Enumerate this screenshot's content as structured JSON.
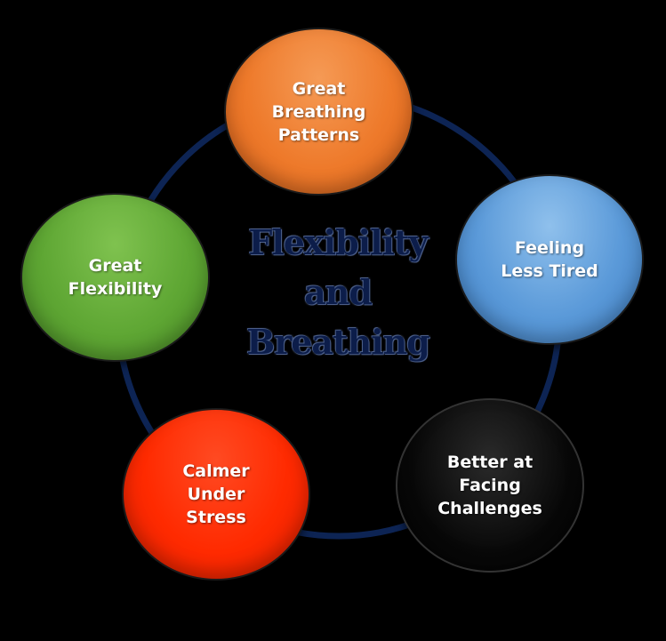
{
  "title": {
    "line1": "Flexibility",
    "line2": "and",
    "line3": "Breathing"
  },
  "nodes": [
    {
      "id": "breathing",
      "label": "Great\nBreathing\nPatterns",
      "color": "#ee7a2b"
    },
    {
      "id": "tired",
      "label": "Feeling\nLess Tired",
      "color": "#5b9ad9"
    },
    {
      "id": "challenges",
      "label": "Better at\nFacing\nChallenges",
      "color": "#000000"
    },
    {
      "id": "stress",
      "label": "Calmer\nUnder\nStress",
      "color": "#ff2a00"
    },
    {
      "id": "flexibility",
      "label": "Great\nFlexibility",
      "color": "#5fa734"
    }
  ],
  "colors": {
    "background": "#000000",
    "ring": "#0d2454",
    "title": "#0c1d4a"
  }
}
